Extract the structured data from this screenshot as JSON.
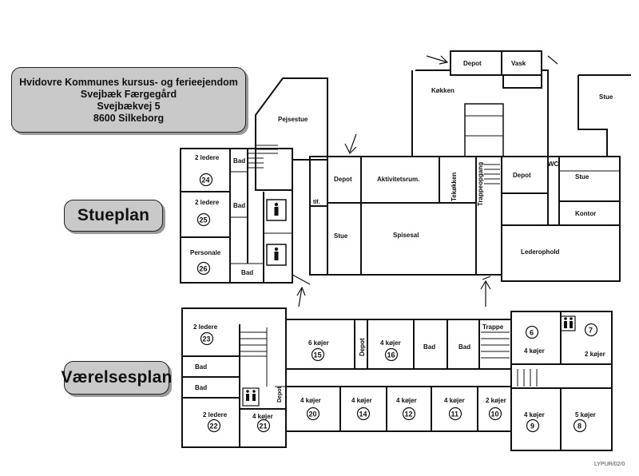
{
  "title": {
    "line1": "Hvidovre Kommunes kursus- og ferieejendom",
    "line2": "Svejbæk Færgegård",
    "line3": "Svejbækvej 5",
    "line4": "8600 Silkeborg"
  },
  "labels": {
    "ground_floor": "Stueplan",
    "room_floor": "Værelsesplan"
  },
  "ground_floor_rooms": {
    "depot_top": "Depot",
    "vask": "Vask",
    "kokken": "Køkken",
    "stue_right_top": "Stue",
    "pejsestue": "Pejsestue",
    "bad_24": "Bad",
    "bad_25": "Bad",
    "bad_26": "Bad",
    "r24_label": "2 ledere",
    "r24_num": "24",
    "r25_label": "2 ledere",
    "r25_num": "25",
    "r26_label": "Personale",
    "r26_num": "26",
    "tlf": "tlf.",
    "depot_mid": "Depot",
    "aktivitet": "Aktivitetsrum.",
    "tekokken": "Tekøkken",
    "trappeopgang": "Trappeopgang",
    "depot_right": "Depot",
    "wc": "WC",
    "stue_right": "Stue",
    "kontor": "Kontor",
    "stue_mid": "Stue",
    "spisesal": "Spisesal",
    "lederophold": "Lederophold"
  },
  "room_floor_rooms": {
    "r23_label": "2 ledere",
    "r23_num": "23",
    "bad_a": "Bad",
    "bad_b": "Bad",
    "r22_label": "2 ledere",
    "r22_num": "22",
    "r21_label": "4 køjer",
    "r21_num": "21",
    "depot_small": "Depot",
    "r15_label": "6 køjer",
    "r15_num": "15",
    "depot_v": "Depot",
    "r16_label": "4 køjer",
    "r16_num": "16",
    "bad_c": "Bad",
    "bad_d": "Bad",
    "trappe": "Trappe",
    "r6_num": "6",
    "r6_label": "4 køjer",
    "r7_num": "7",
    "r7_label": "2 køjer",
    "r20_label": "4 køjer",
    "r20_num": "20",
    "r14_label": "4 køjer",
    "r14_num": "14",
    "r12_label": "4 køjer",
    "r12_num": "12",
    "r11_label": "4 køjer",
    "r11_num": "11",
    "r10_label": "2 køjer",
    "r10_num": "10",
    "r9_label": "4 køjer",
    "r9_num": "9",
    "r8_label": "5 køjer",
    "r8_num": "8"
  },
  "footer": "LYPUR/02/0"
}
